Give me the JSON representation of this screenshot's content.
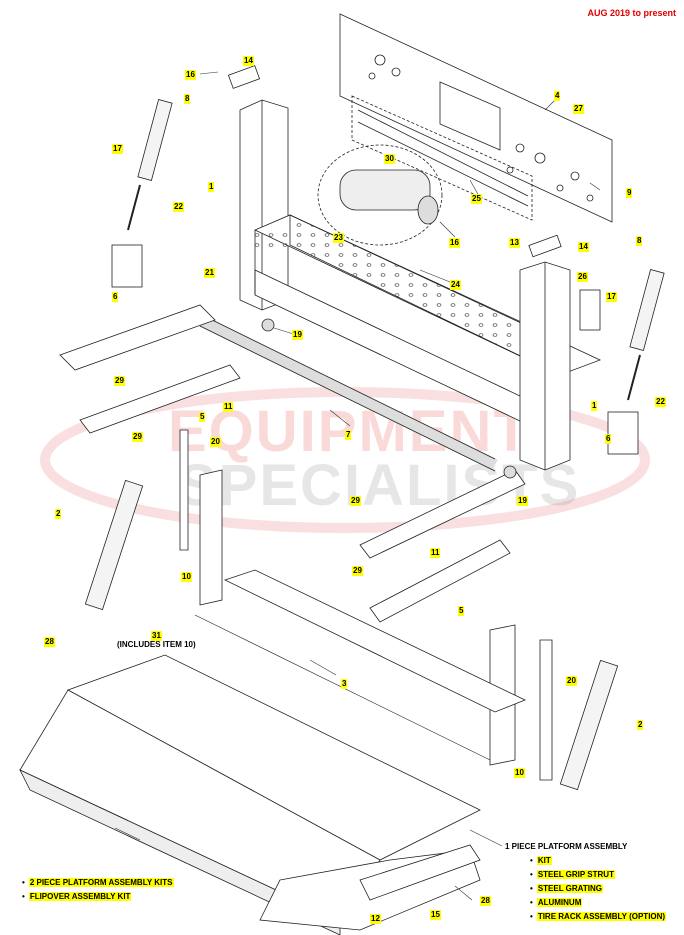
{
  "header": {
    "date_range": "AUG 2019 to present"
  },
  "watermark": {
    "line1": "EQUIPMENT",
    "line2": "SPECIALISTS"
  },
  "callouts": [
    "16",
    "14",
    "4",
    "27",
    "8",
    "17",
    "1",
    "30",
    "9",
    "22",
    "25",
    "13",
    "14",
    "23",
    "16",
    "8",
    "21",
    "26",
    "24",
    "6",
    "17",
    "19",
    "22",
    "29",
    "1",
    "11",
    "5",
    "7",
    "6",
    "29",
    "20",
    "19",
    "2",
    "29",
    "11",
    "10",
    "31",
    "29",
    "5",
    "28",
    "3",
    "20",
    "2",
    "10",
    "28",
    "12",
    "15"
  ],
  "notes": {
    "includes": "(INCLUDES ITEM 10)",
    "one_piece": "1 PIECE PLATFORM ASSEMBLY"
  },
  "legend_right": [
    "KIT",
    "STEEL GRIP STRUT",
    "STEEL GRATING",
    "ALUMINUM",
    "TIRE RACK ASSEMBLY (OPTION)"
  ],
  "legend_left": [
    "2 PIECE PLATFORM ASSEMBLY KITS",
    "FLIPOVER ASSEMBLY KIT"
  ]
}
